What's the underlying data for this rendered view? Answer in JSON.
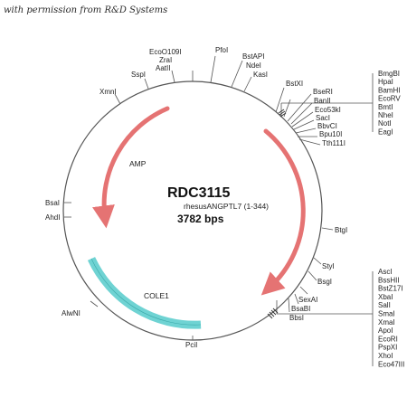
{
  "credit": "with permission from R&D Systems",
  "plasmid": {
    "name": "RDC3115",
    "insert": "rhesusANGPTL7 (1-344)",
    "size": "3782 bps",
    "backbone_color": "#555555"
  },
  "features": {
    "amp": {
      "label": "AMP",
      "color": "#e57373"
    },
    "insert_arrow": {
      "color": "#e57373"
    },
    "cole1": {
      "label": "COLE1",
      "color": "#6fd3d3"
    }
  },
  "sites": {
    "ecoo109i": "EcoO109I",
    "zrai": "ZraI",
    "aatii": "AatII",
    "pfoi": "PfoI",
    "bstapi": "BstAPI",
    "ndei": "NdeI",
    "kasi": "KasI",
    "sspi": "SspI",
    "xmni": "XmnI",
    "bstxi": "BstXI",
    "bseri": "BseRI",
    "banii": "BanII",
    "eco53ki": "Eco53kI",
    "saci": "SacI",
    "bbvci": "BbvCI",
    "bpu10i": "Bpu10I",
    "tth111i": "Tth111I",
    "bsai": "BsaI",
    "ahdi": "AhdI",
    "btgi": "BtgI",
    "styi": "StyI",
    "bsgi": "BsgI",
    "sexai": "SexAI",
    "bsabi": "BsaBI",
    "bbsi": "BbsI",
    "alwni": "AlwNI",
    "pcii": "PciI"
  },
  "mcs_top": [
    "BmgBI",
    "HpaI",
    "BamHI",
    "EcoRV",
    "BmtI",
    "NheI",
    "NotI",
    "EagI"
  ],
  "mcs_bottom": [
    "AscI",
    "BssHII",
    "BstZ17I",
    "XbaI",
    "SalI",
    "SmaI",
    "XmaI",
    "ApoI",
    "EcoRI",
    "PspXI",
    "XhoI",
    "Eco47III"
  ]
}
